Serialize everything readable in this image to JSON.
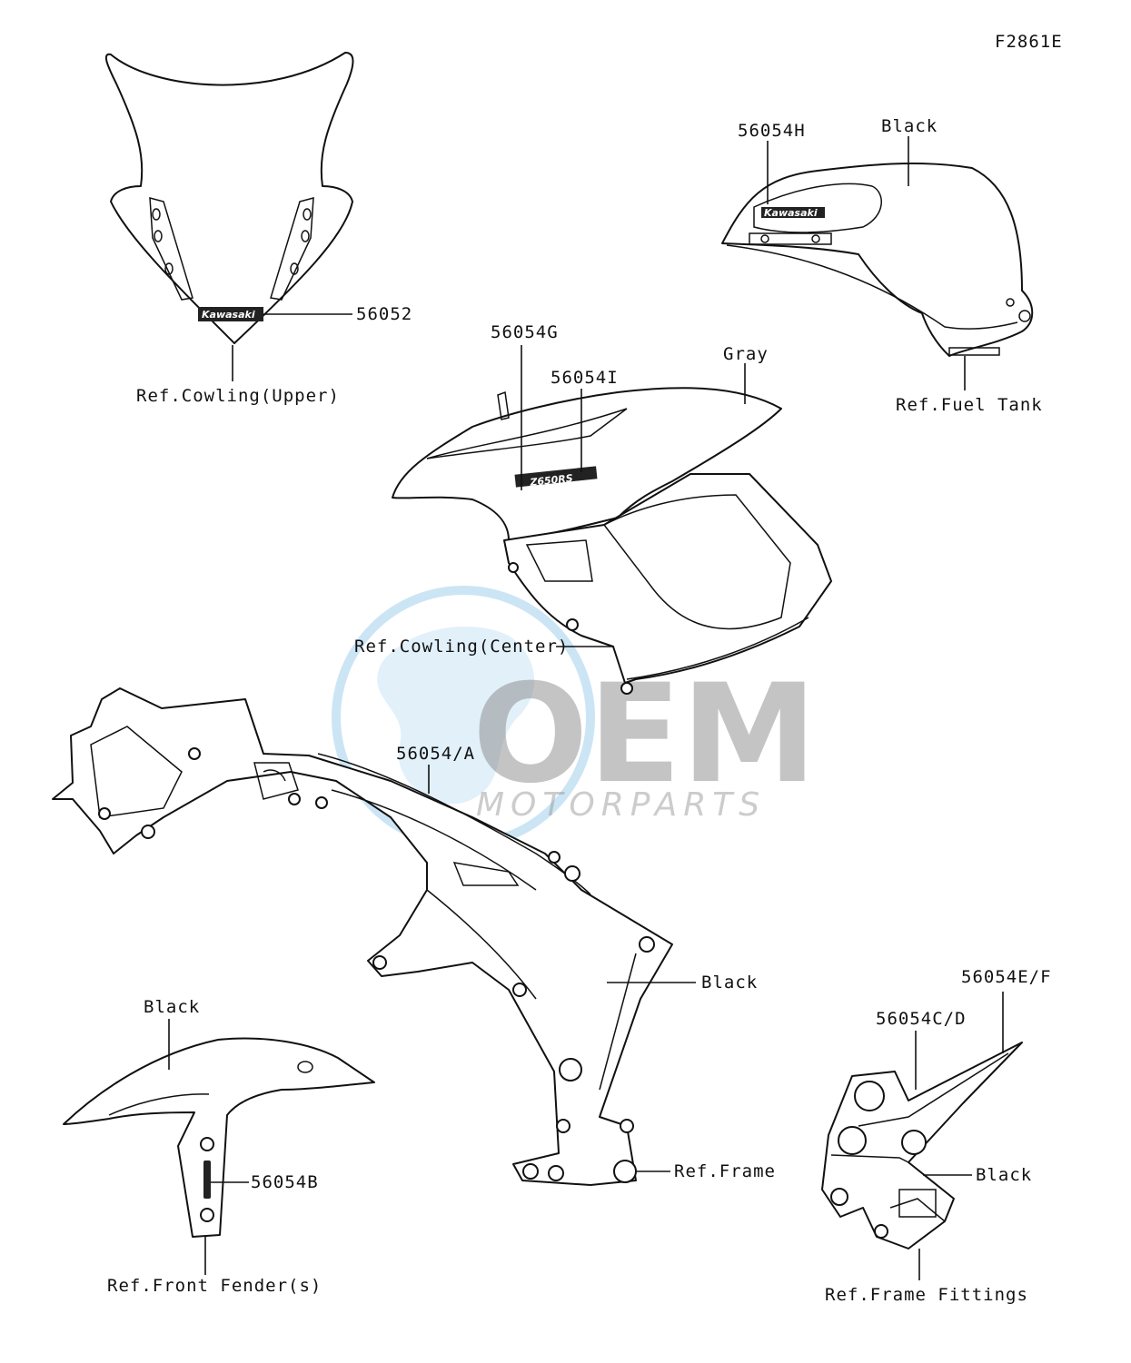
{
  "diagram_code": "F2861E",
  "watermark": {
    "main": "OEM",
    "sub": "MOTORPARTS",
    "globe_color": "#3a9ad9"
  },
  "decal_brand": "Kawasaki",
  "decal_model": "Z650RS",
  "labels": {
    "l_56052": "56052",
    "l_cowl_upper": "Ref.Cowling(Upper)",
    "l_56054h": "56054H",
    "l_black_tank": "Black",
    "l_fuel_tank": "Ref.Fuel Tank",
    "l_56054g": "56054G",
    "l_56054i": "56054I",
    "l_gray": "Gray",
    "l_cowl_center": "Ref.Cowling(Center)",
    "l_56054a": "56054/A",
    "l_black_frame": "Black",
    "l_frame": "Ref.Frame",
    "l_black_fender": "Black",
    "l_56054b": "56054B",
    "l_front_fender": "Ref.Front Fender(s)",
    "l_56054ef": "56054E/F",
    "l_56054cd": "56054C/D",
    "l_black_fittings": "Black",
    "l_frame_fittings": "Ref.Frame Fittings"
  }
}
